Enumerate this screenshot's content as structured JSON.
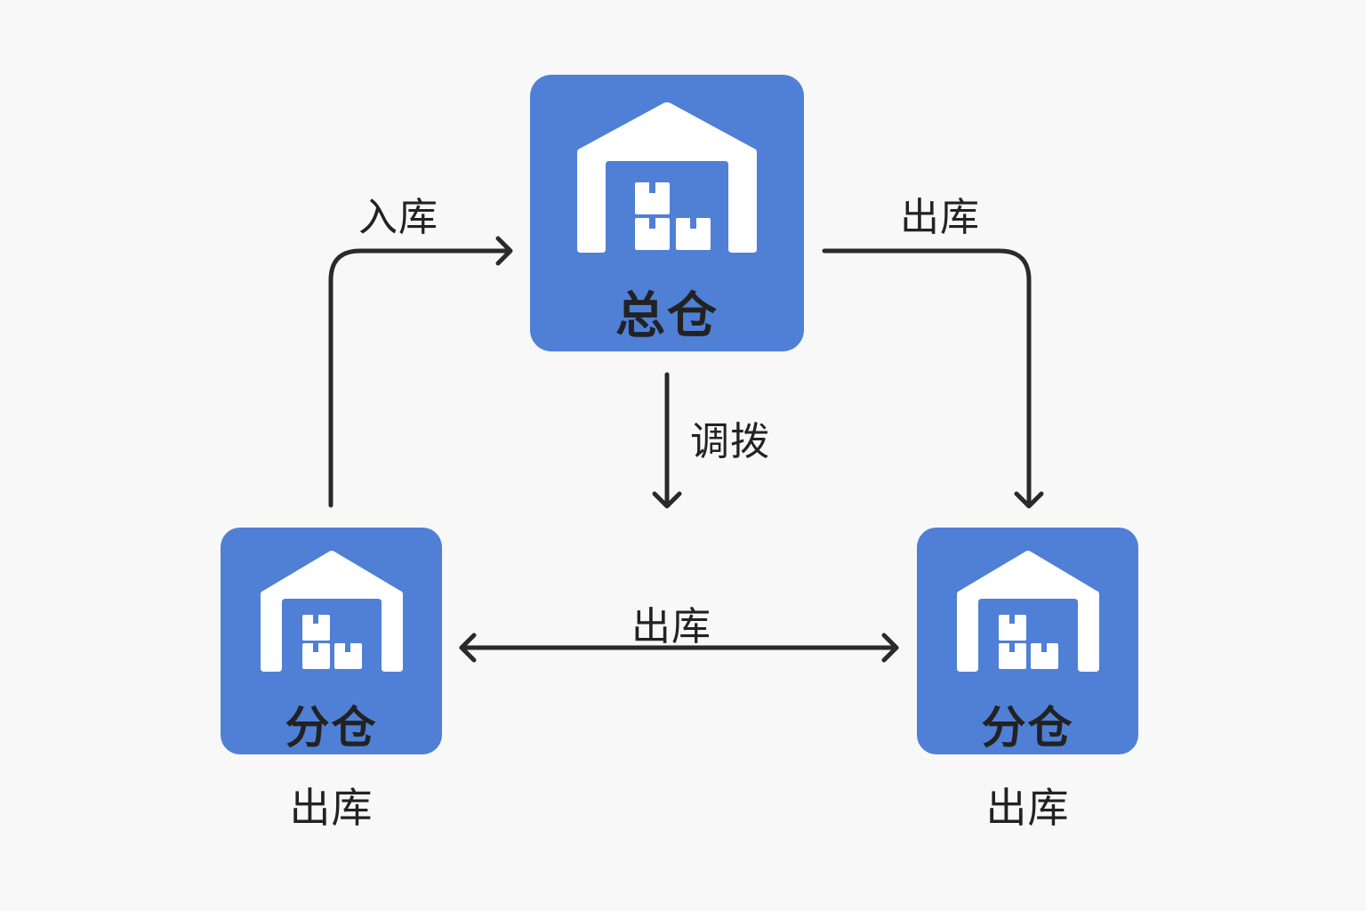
{
  "diagram": {
    "colors": {
      "background": "#f8f8f8",
      "node_fill": "#4f80d6",
      "icon_fill": "#ffffff",
      "text": "#222222",
      "arrow": "#2a2a2a"
    },
    "nodes": {
      "main": {
        "label": "总仓",
        "icon": "warehouse-icon"
      },
      "left": {
        "label": "分仓",
        "icon": "warehouse-icon",
        "caption": "出库"
      },
      "right": {
        "label": "分仓",
        "icon": "warehouse-icon",
        "caption": "出库"
      }
    },
    "edges": [
      {
        "id": "left-to-main",
        "from": "left",
        "to": "main",
        "label": "入库",
        "direction": "one-way"
      },
      {
        "id": "main-to-right",
        "from": "main",
        "to": "right",
        "label": "出库",
        "direction": "one-way"
      },
      {
        "id": "main-down",
        "from": "main",
        "to": "down",
        "label": "调拨",
        "direction": "one-way"
      },
      {
        "id": "left-right",
        "from": "left",
        "to": "right",
        "label": "出库",
        "direction": "two-way"
      }
    ]
  }
}
